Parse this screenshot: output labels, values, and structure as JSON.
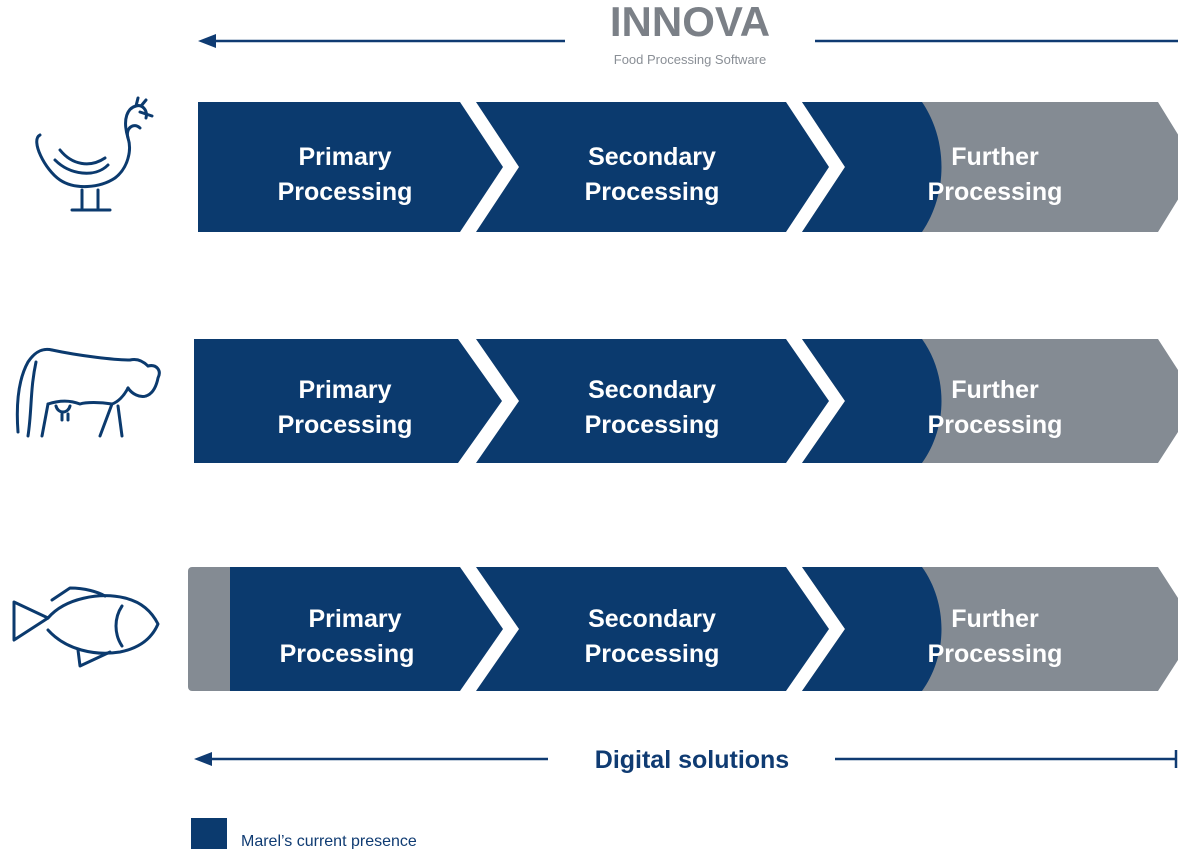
{
  "logo": {
    "name": "INNOVA",
    "tagline": "Food Processing Software"
  },
  "colors": {
    "navy": "#0b3a6e",
    "grey": "#848b93",
    "line": "#0f3b72"
  },
  "rows": [
    {
      "icon": "chicken-icon",
      "stages": [
        {
          "line1": "Primary",
          "line2": "Processing"
        },
        {
          "line1": "Secondary",
          "line2": "Processing"
        },
        {
          "line1": "Further",
          "line2": "Processing"
        }
      ]
    },
    {
      "icon": "cow-icon",
      "stages": [
        {
          "line1": "Primary",
          "line2": "Processing"
        },
        {
          "line1": "Secondary",
          "line2": "Processing"
        },
        {
          "line1": "Further",
          "line2": "Processing"
        }
      ]
    },
    {
      "icon": "fish-icon",
      "stages": [
        {
          "line1": "Primary",
          "line2": "Processing"
        },
        {
          "line1": "Secondary",
          "line2": "Processing"
        },
        {
          "line1": "Further",
          "line2": "Processing"
        }
      ]
    }
  ],
  "digital_solutions": "Digital solutions",
  "legend": {
    "label": "Marel’s current presence"
  }
}
